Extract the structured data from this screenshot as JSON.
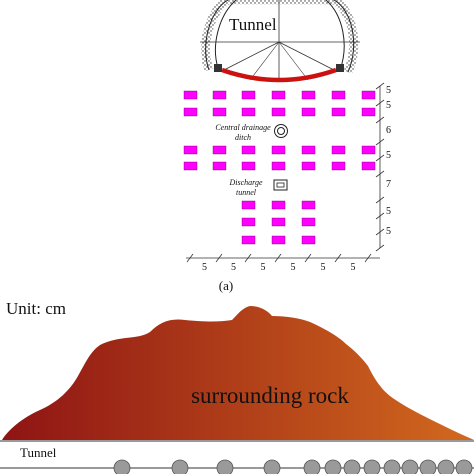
{
  "panel_a": {
    "tunnel_label": "Tunnel",
    "drain_label_line1": "Central drainage",
    "drain_label_line2": "ditch",
    "discharge_label_line1": "Discharge",
    "discharge_label_line2": "tunnel",
    "right_dims": [
      "5",
      "5",
      "6",
      "5",
      "7",
      "5",
      "5"
    ],
    "bottom_dims": [
      "5",
      "5",
      "5",
      "5",
      "5",
      "5"
    ],
    "caption": "(a)",
    "grid_rows": [
      [
        true,
        true,
        true,
        true,
        true,
        true,
        true
      ],
      [
        true,
        true,
        true,
        true,
        true,
        true,
        true
      ],
      [
        true,
        true,
        true,
        true,
        true,
        true,
        true
      ],
      [
        true,
        true,
        true,
        true,
        true,
        true,
        true
      ],
      [
        false,
        false,
        true,
        true,
        true,
        false,
        false
      ],
      [
        false,
        false,
        true,
        true,
        true,
        false,
        false
      ]
    ],
    "colors": {
      "block": "#ff00ff",
      "invert_arch": "#cc1111"
    }
  },
  "panel_b": {
    "unit_label": "Unit: cm",
    "rock_label": "surrounding rock",
    "tunnel_label": "Tunnel",
    "colors": {
      "rock_left": "#8e1414",
      "rock_right": "#d2691e",
      "circle": "#9a9a9a"
    }
  }
}
